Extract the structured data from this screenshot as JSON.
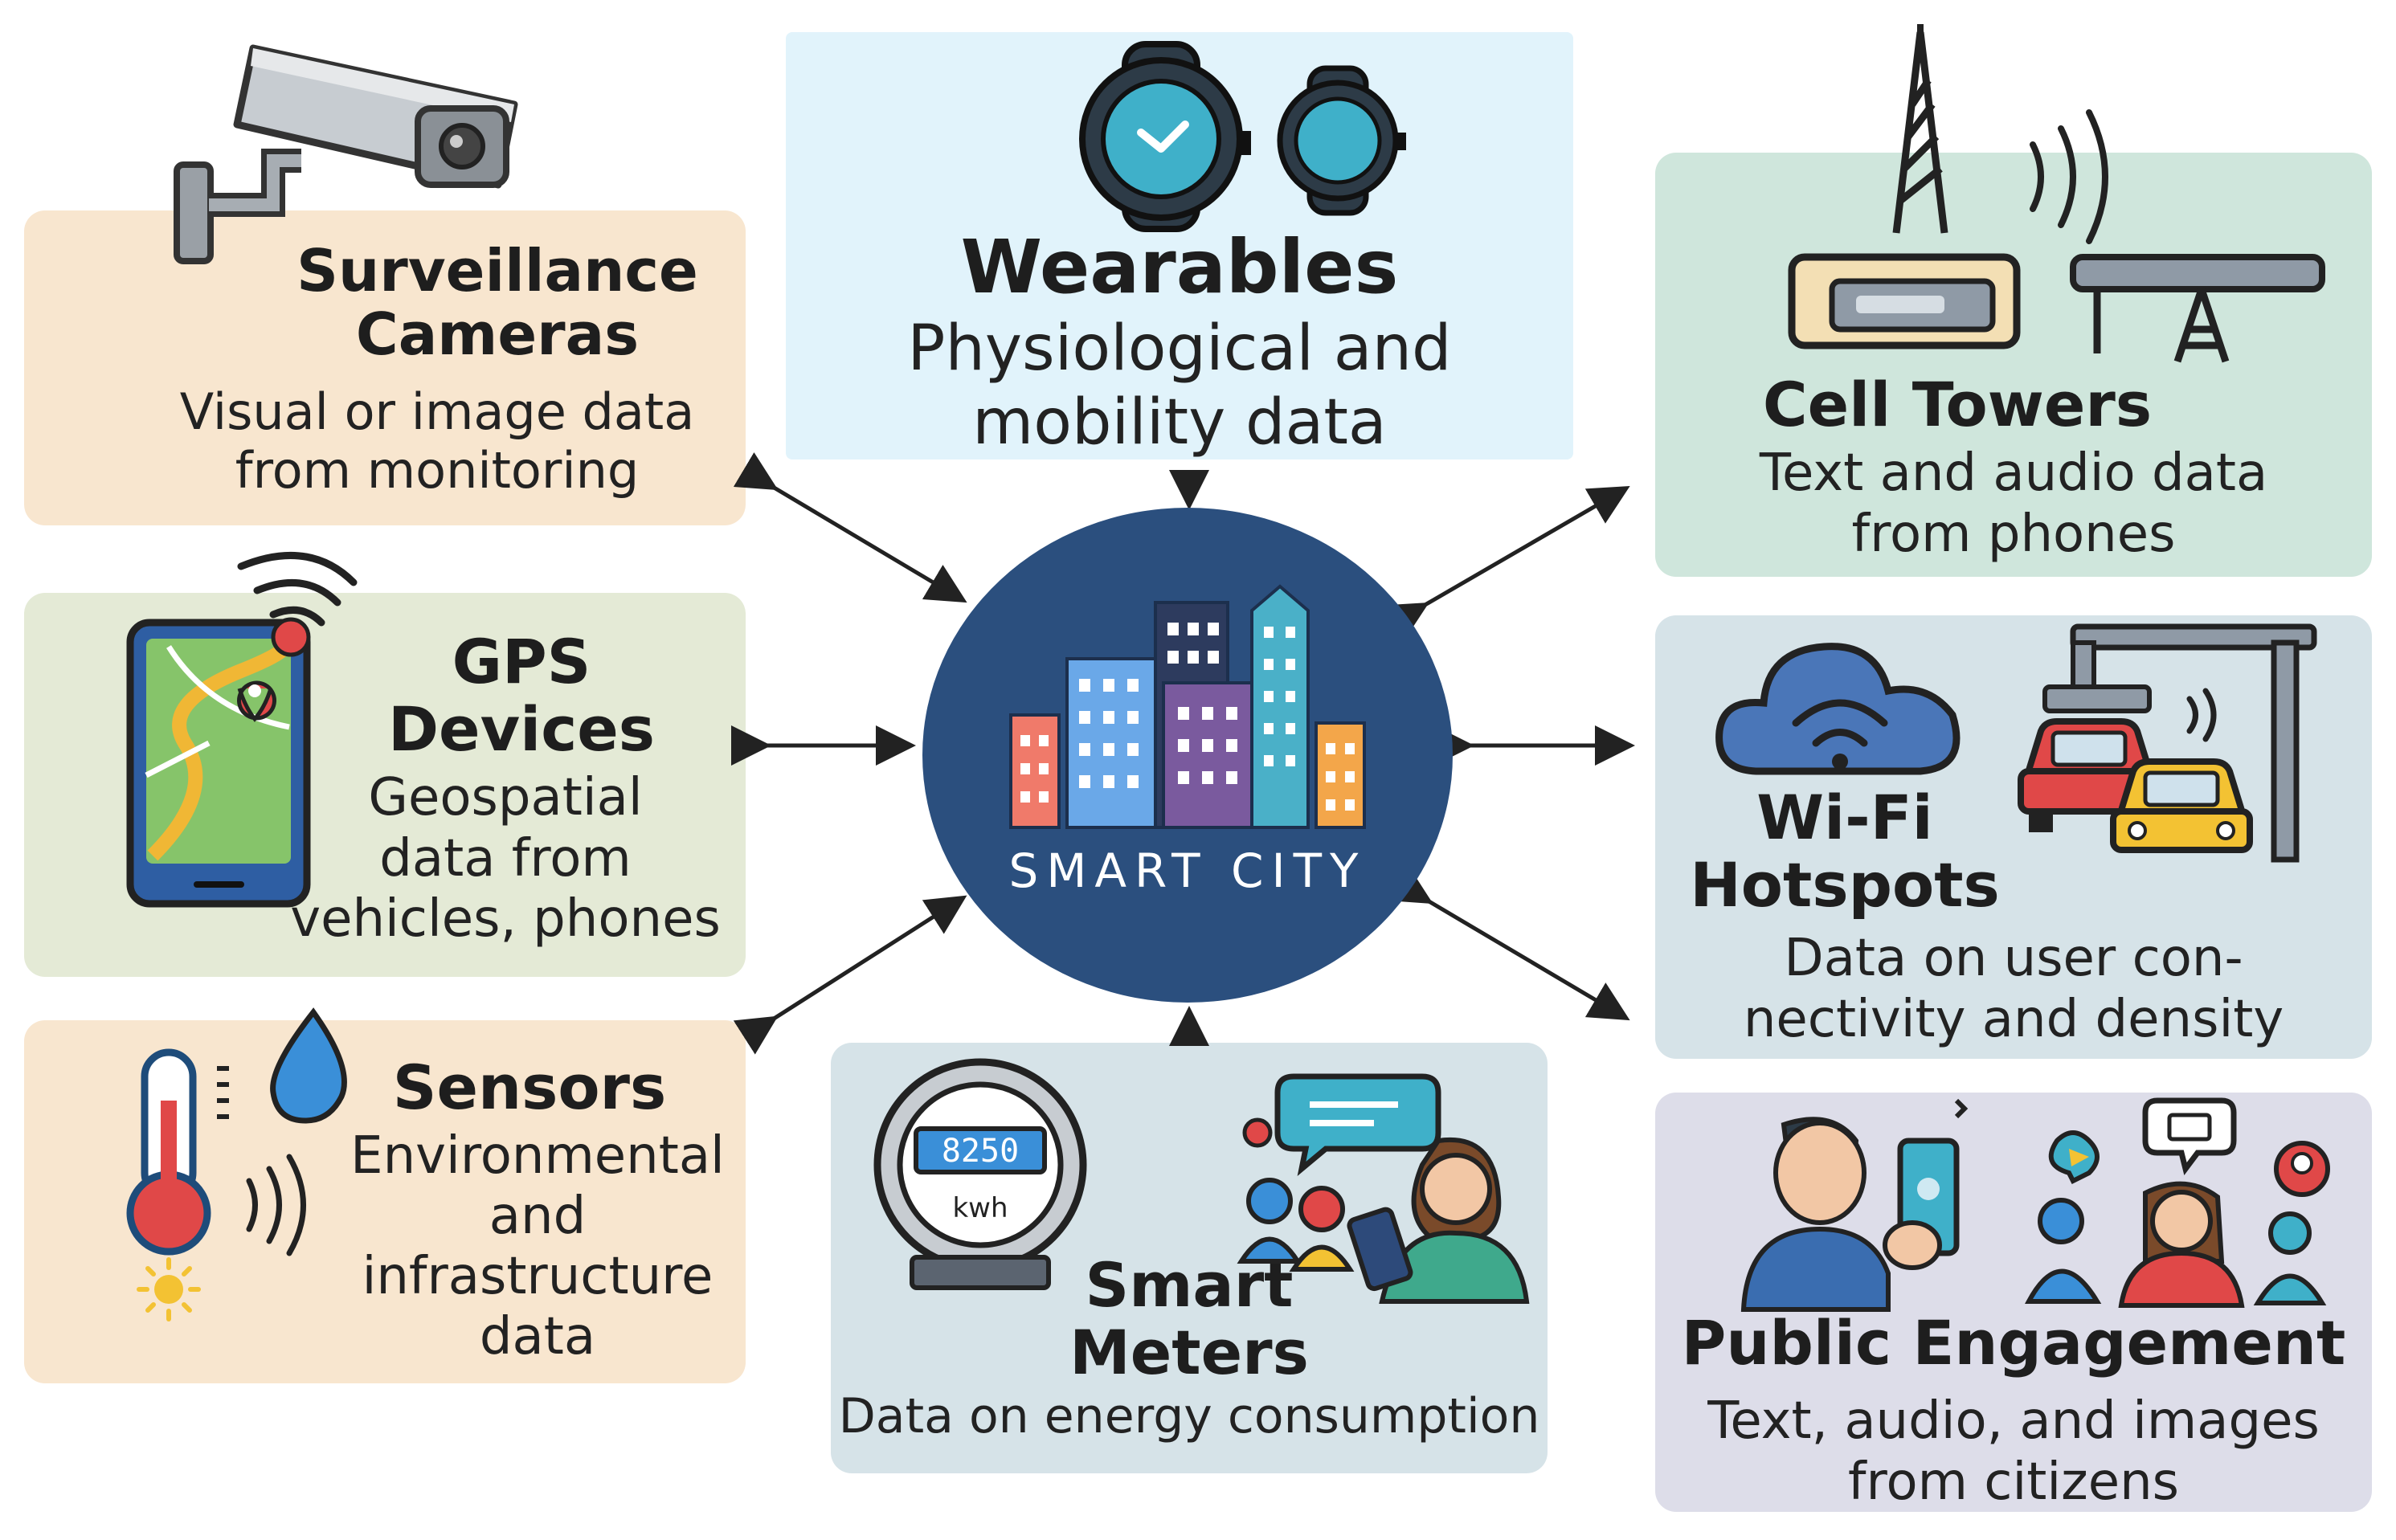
{
  "center": {
    "label": "SMART CITY"
  },
  "nodes": {
    "surveillance": {
      "title": [
        "Surveillance",
        "Cameras"
      ],
      "desc": [
        "Visual or image data",
        "from monitoring"
      ],
      "color": "#f8e6cf"
    },
    "wearables": {
      "title": [
        "Wearables"
      ],
      "desc": [
        "Physiological and",
        "mobility data"
      ],
      "color": "#e1f3fb"
    },
    "cell_towers": {
      "title": [
        "Cell Towers"
      ],
      "desc": [
        "Text and audio data",
        "from phones"
      ],
      "color": "#cfe6dc"
    },
    "gps": {
      "title": [
        "GPS",
        "Devices"
      ],
      "desc": [
        "Geospatial",
        "data from",
        "vehicles, phones"
      ],
      "color": "#e4ead6"
    },
    "wifi": {
      "title": [
        "Wi-Fi",
        "Hotspots"
      ],
      "desc": [
        "Data on user con-",
        "nectivity and density"
      ],
      "color": "#d6e3e8"
    },
    "sensors": {
      "title": [
        "Sensors"
      ],
      "desc": [
        "Environmental",
        "and",
        "infrastructure",
        "data"
      ],
      "color": "#f8e6cf"
    },
    "smart_meters": {
      "title": [
        "Smart",
        "Meters"
      ],
      "desc": [
        "Data on energy consumption"
      ],
      "color": "#d6e3e8",
      "meter_reading": "8250",
      "meter_unit": "kwh"
    },
    "public": {
      "title": [
        "Public Engagement"
      ],
      "desc": [
        "Text, audio, and images",
        "from citizens"
      ],
      "color": "#dddde9"
    }
  },
  "colors": {
    "hub": "#2b4f7e",
    "arrow": "#222222",
    "accent_teal": "#3fb0c9",
    "accent_red": "#e04848",
    "accent_yellow": "#f3c233"
  }
}
